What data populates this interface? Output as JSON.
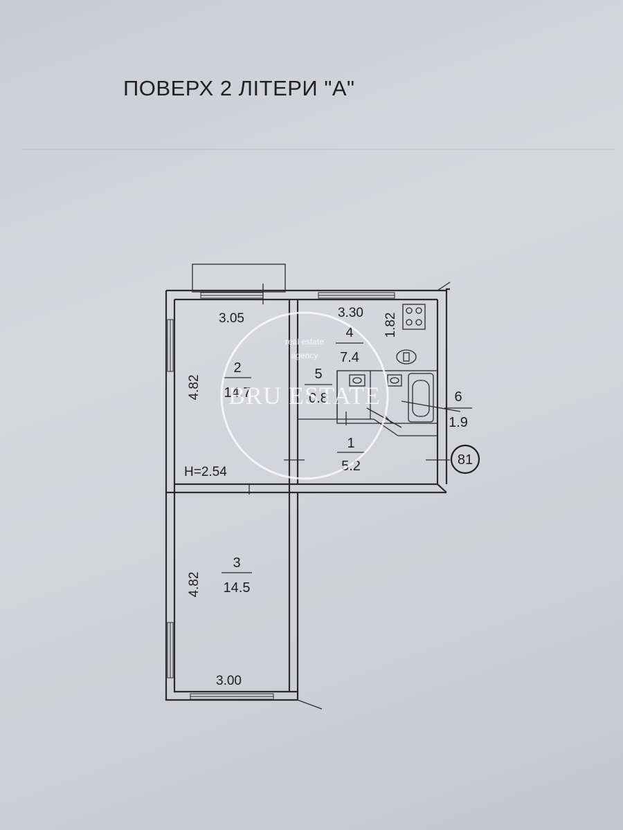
{
  "header": {
    "title": "ПОВЕРХ 2 ЛІТЕРИ \"А\""
  },
  "rooms": [
    {
      "number": "1",
      "area": "5.2"
    },
    {
      "number": "2",
      "area": "14.7"
    },
    {
      "number": "3",
      "area": "14.5"
    },
    {
      "number": "4",
      "area": "7.4"
    },
    {
      "number": "5",
      "area": "0.8"
    },
    {
      "number": "6",
      "area": "1.9"
    }
  ],
  "dimensions": {
    "room2_width": "3.05",
    "room2_length": "4.82",
    "room3_width": "3.00",
    "room3_length": "4.82",
    "room4_width": "3.30",
    "room4_length": "1.82"
  },
  "ceiling_height": "H=2.54",
  "plan_marker": "81",
  "watermark": {
    "brand": "BRU ESTATE",
    "line1": "real estate",
    "line2": "agency"
  },
  "colors": {
    "paper": "#cfd1d6",
    "ink": "#1e1e1e"
  }
}
